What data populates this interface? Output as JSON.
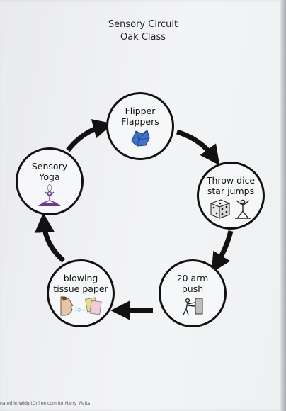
{
  "document": {
    "title_line1": "Sensory Circuit",
    "title_line2": "Oak Class",
    "footer": "nated in WidgitOnline.com for Harry Watts"
  },
  "stations": [
    {
      "line1": "Flipper",
      "line2": "Flappers",
      "icon": "tissue-icon",
      "color": "#3f74c9"
    },
    {
      "line1": "Throw dice",
      "line2": "star jumps",
      "icon": "dice-icon",
      "color": "#222222"
    },
    {
      "line1": "20 arm",
      "line2": "push",
      "icon": "wall-push-icon",
      "color": "#333333"
    },
    {
      "line1": "blowing",
      "line2": "tissue paper",
      "icon": "blowing-face-icon",
      "color": "#e8dca0"
    },
    {
      "line1": "Sensory",
      "line2": "Yoga",
      "icon": "yoga-icon",
      "color": "#6a3b8c"
    }
  ]
}
